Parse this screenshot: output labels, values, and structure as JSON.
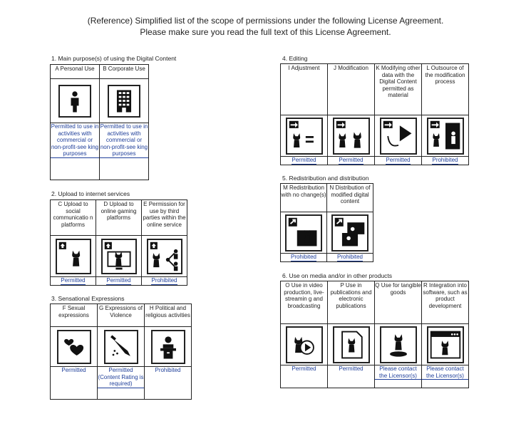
{
  "header": {
    "line1": "(Reference) Simplified list of the scope of permissions under the following License Agreement.",
    "line2": "Please make sure you read the full text of this License Agreement."
  },
  "sections": {
    "s1": {
      "title": "1. Main purpose(s) of using the Digital Content",
      "cols": [
        {
          "label": "A Personal Use",
          "icon": "person-icon",
          "status": "Permitted to use in activities with commercial or non-profit-see king purposes"
        },
        {
          "label": "B Corporate Use",
          "icon": "office-building-icon",
          "status": "Permitted to use in activities with commercial or non-profit-see king purposes"
        }
      ]
    },
    "s2": {
      "title": "2. Upload to internet services",
      "cols": [
        {
          "label": "C Upload to social communicatio n platforms",
          "icon": "upload-frame-icon",
          "status": "Permitted"
        },
        {
          "label": "D Upload to online gaming platforms",
          "icon": "upload-monitor-icon",
          "status": "Permitted"
        },
        {
          "label": "E Permission for use by third parties within the online service",
          "icon": "share-people-icon",
          "status": "Prohibited"
        }
      ]
    },
    "s3": {
      "title": "3. Sensational Expressions",
      "cols": [
        {
          "label": "F Sexual expressions",
          "icon": "hearts-icon",
          "status": "Permitted"
        },
        {
          "label": "G Expressions of Violence",
          "icon": "knife-icon",
          "status": "Permitted (Content Rating is required)"
        },
        {
          "label": "H Political and religious activities",
          "icon": "podium-speaker-icon",
          "status": "Prohibited"
        }
      ]
    },
    "s4": {
      "title": "4. Editing",
      "cols": [
        {
          "label": "I Adjustment",
          "icon": "adjust-icon",
          "status": "Permitted"
        },
        {
          "label": "J Modification",
          "icon": "modify-icon",
          "status": "Permitted"
        },
        {
          "label": "K Modifying other data with the Digital Content permitted as material",
          "icon": "merge-data-icon",
          "status": "Permitted"
        },
        {
          "label": "L Outsource of the modification process",
          "icon": "outsource-icon",
          "status": "Prohibited"
        }
      ]
    },
    "s5": {
      "title": "5. Redistribution and distribution",
      "cols": [
        {
          "label": "M Redistribution with no change(s)",
          "icon": "redistribute-icon",
          "status": "Prohibited"
        },
        {
          "label": "N Distribution of modified digital content",
          "icon": "distribute-modified-icon",
          "status": "Prohibited"
        }
      ]
    },
    "s6": {
      "title": "6. Use on media and/or in other products",
      "cols": [
        {
          "label": "O Use in video production, live-streamin g and broadcasting",
          "icon": "video-play-icon",
          "status": "Permitted"
        },
        {
          "label": "P Use in publications and electronic publications",
          "icon": "publication-icon",
          "status": "Permitted"
        },
        {
          "label": "Q Use for tangible goods",
          "icon": "figure-goods-icon",
          "status": "Please contact the Licensor(s)"
        },
        {
          "label": "R Integration into software, such as product development",
          "icon": "software-window-icon",
          "status": "Please contact the Licensor(s)"
        }
      ]
    }
  }
}
